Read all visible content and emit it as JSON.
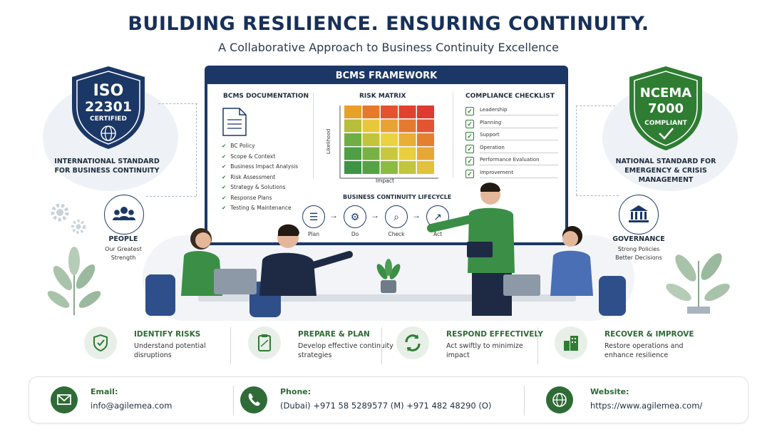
{
  "header": {
    "title": "BUILDING RESILIENCE. ENSURING CONTINUITY.",
    "subtitle": "A Collaborative Approach to Business Continuity Excellence"
  },
  "left_badge": {
    "line1": "ISO",
    "line2": "22301",
    "line3": "CERTIFIED",
    "caption_1": "INTERNATIONAL STANDARD",
    "caption_2": "FOR BUSINESS CONTINUITY",
    "color": "#1b3766"
  },
  "right_badge": {
    "line1": "NCEMA",
    "line2": "7000",
    "line3": "COMPLIANT",
    "caption_1": "NATIONAL STANDARD FOR",
    "caption_2": "EMERGENCY & CRISIS",
    "caption_3": "MANAGEMENT",
    "color": "#2e7d32"
  },
  "people": {
    "title": "PEOPLE",
    "line1": "Our Greatest",
    "line2": "Strength"
  },
  "governance": {
    "title": "GOVERNANCE",
    "line1": "Strong Policies",
    "line2": "Better Decisions"
  },
  "board": {
    "title": "BCMS FRAMEWORK",
    "documentation": {
      "title": "BCMS DOCUMENTATION",
      "items": [
        "BC Policy",
        "Scope & Context",
        "Business Impact Analysis",
        "Risk Assessment",
        "Strategy & Solutions",
        "Response Plans",
        "Testing & Maintenance"
      ]
    },
    "risk_matrix": {
      "title": "RISK MATRIX",
      "ylabel": "Likelihood",
      "xlabel": "Impact",
      "colors": [
        [
          "#e8a02a",
          "#e67a2a",
          "#e4532f",
          "#e14230",
          "#de3a2f"
        ],
        [
          "#b7be3a",
          "#e9c73a",
          "#e9a234",
          "#e57a2e",
          "#e35531"
        ],
        [
          "#6fae45",
          "#c3c43b",
          "#ebd33f",
          "#e8ae36",
          "#e47f30"
        ],
        [
          "#4e9f45",
          "#79b243",
          "#c7c83e",
          "#e8cf3e",
          "#e7a737"
        ],
        [
          "#3d9445",
          "#54a244",
          "#8cbb42",
          "#c2c53e",
          "#e2c23c"
        ]
      ]
    },
    "checklist": {
      "title": "COMPLIANCE CHECKLIST",
      "items": [
        "Leadership",
        "Planning",
        "Support",
        "Operation",
        "Performance Evaluation",
        "Improvement"
      ]
    },
    "lifecycle": {
      "title": "BUSINESS CONTINUITY LIFECYCLE",
      "steps": [
        "Plan",
        "Do",
        "Check",
        "Act"
      ]
    }
  },
  "features": [
    {
      "title": "IDENTIFY RISKS",
      "desc": "Understand potential disruptions",
      "icon": "shield-check-icon"
    },
    {
      "title": "PREPARE & PLAN",
      "desc": "Develop effective continuity strategies",
      "icon": "clipboard-strategy-icon"
    },
    {
      "title": "RESPOND EFFECTIVELY",
      "desc": "Act swiftly to minimize impact",
      "icon": "cycle-arrows-icon"
    },
    {
      "title": "RECOVER & IMPROVE",
      "desc": "Restore operations and enhance resilience",
      "icon": "buildings-icon"
    }
  ],
  "contact": {
    "email_label": "Email:",
    "email": "info@agilemea.com",
    "phone_label": "Phone:",
    "phone": "(Dubai) +971 58 5289577 (M) +971 482 48290 (O)",
    "website_label": "Website:",
    "website": "https://www.agilemea.com/"
  },
  "colors": {
    "navy": "#1b3766",
    "green": "#2e7d32"
  }
}
